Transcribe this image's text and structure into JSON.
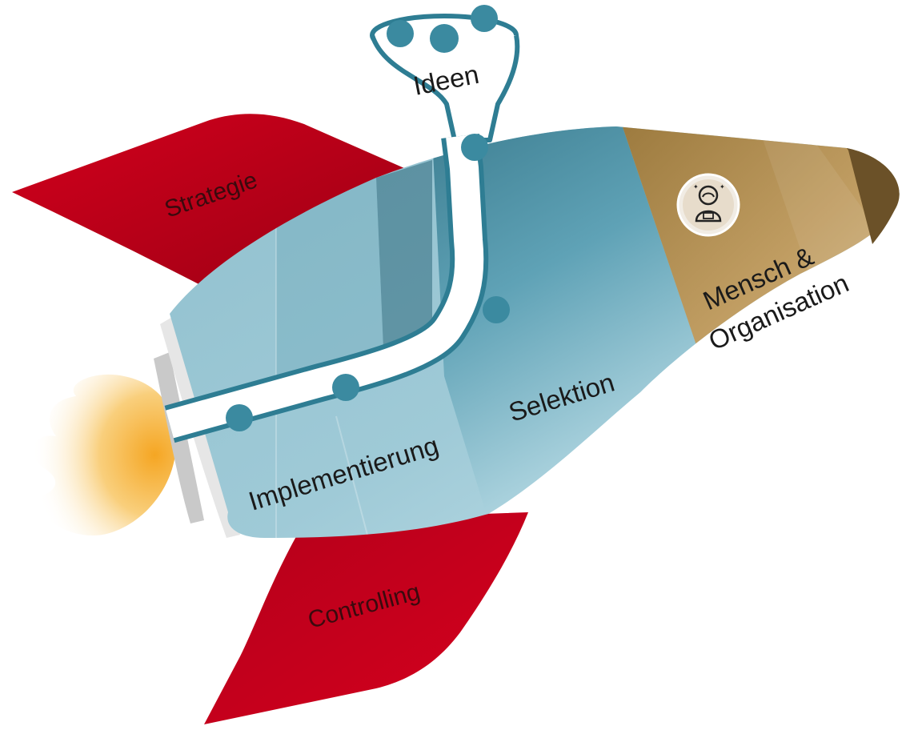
{
  "labels": {
    "funnel": "Ideen",
    "fin_top": "Strategie",
    "fin_bottom": "Controlling",
    "body_rear": "Implementierung",
    "body_mid": "Selektion",
    "nose_line1": "Mensch &",
    "nose_line2": "Organisation"
  },
  "icons": {
    "nose_badge": "astronaut-icon"
  },
  "colors": {
    "fin_red": "#c8001a",
    "fin_red_dark": "#8e0012",
    "body_light": "#a9d0dc",
    "body_mid": "#6fb0c3",
    "body_dark": "#3d7f92",
    "nose_gold": "#b8955a",
    "nose_tip": "#6b5128",
    "pipe_stroke": "#2e7d93",
    "ball": "#3b8aa0",
    "flame": "#f6b93b"
  }
}
